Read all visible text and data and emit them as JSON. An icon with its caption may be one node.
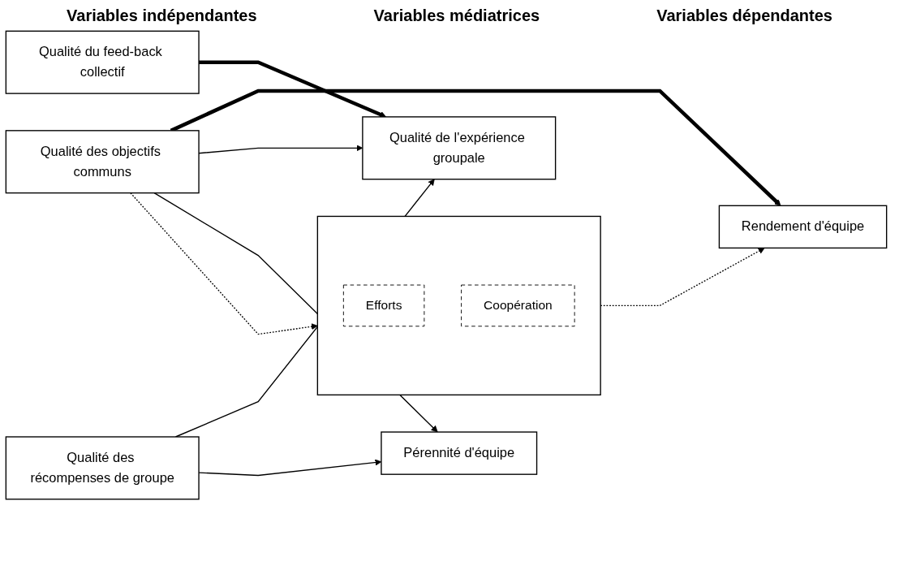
{
  "diagram": {
    "nodes": [
      {
        "text": [
          "Qualité des objectifs communs"
        ]
      },
      {
        "text": [
          "Qualité du feed-back collectif"
        ]
      },
      {
        "text": [
          "Qualité des récompenses de groupe"
        ]
      },
      {
        "text": [],
        "shape": "box"
      },
      {
        "text": [
          "Efforts"
        ],
        "in": 3
      },
      {
        "text": [
          "Coopération"
        ],
        "in": 3
      },
      {
        "text": [
          "Rendement d'équipe"
        ]
      },
      {
        "text": [
          "Qualité de l'expérience groupale"
        ]
      },
      {
        "text": [
          "Pérennité d'équipe"
        ]
      }
    ],
    "edges": [
      {
        "from": 0,
        "to": 3,
        "arrow": "to",
        "style": "dashed"
      },
      {
        "from": 3,
        "to": 6,
        "arrow": "to",
        "style": "dashed"
      },
      {
        "from": 0,
        "to": 6,
        "arrow": "to",
        "style": "thick"
      },
      {
        "from": 0,
        "to": 7,
        "arrow": "to"
      },
      {
        "from": 0,
        "to": 8,
        "arrow": "to"
      },
      {
        "from": 1,
        "to": 7,
        "arrow": "to",
        "style": "thick"
      },
      {
        "from": 2,
        "to": 7,
        "arrow": "to"
      },
      {
        "from": 2,
        "to": 8,
        "arrow": "to"
      }
    ],
    "labels": [
      "Variables indépendantes",
      "Variables médiatrices",
      "Variables dépendantes"
    ]
  }
}
